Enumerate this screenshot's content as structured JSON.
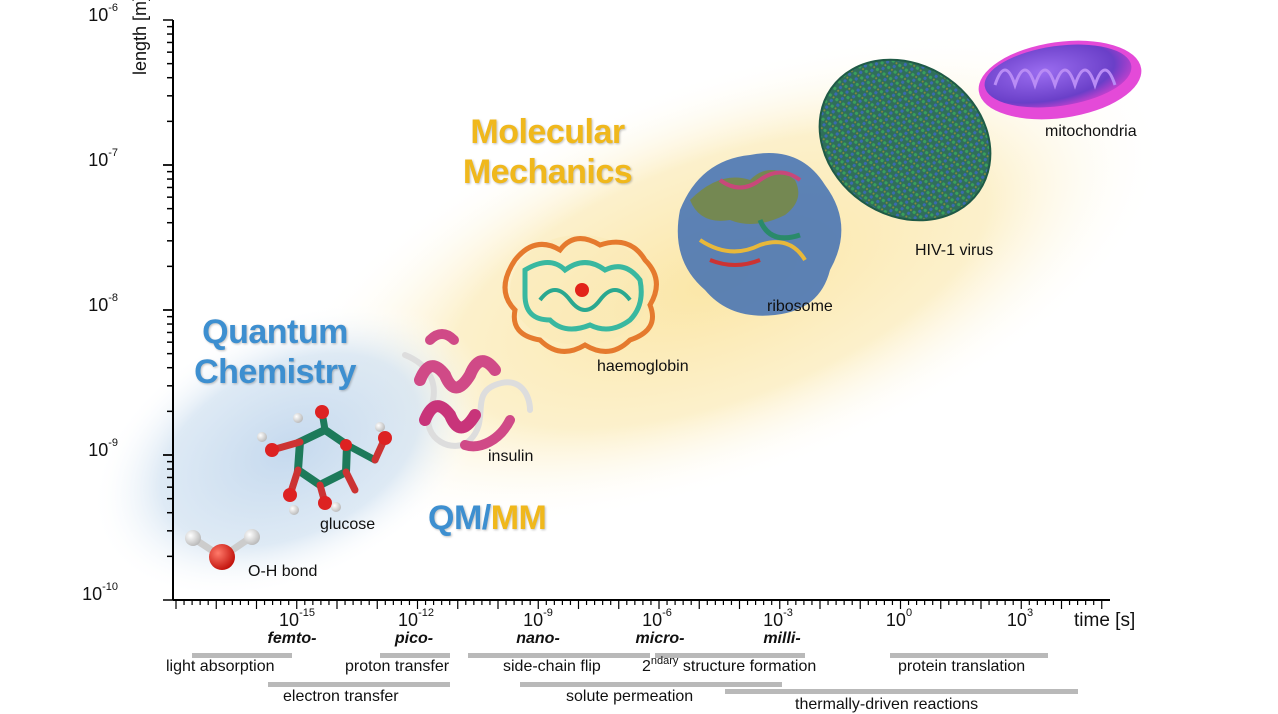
{
  "y_axis": {
    "title": "length [m]",
    "ticks": [
      {
        "base": "10",
        "exp": "-6"
      },
      {
        "base": "10",
        "exp": "-7"
      },
      {
        "base": "10",
        "exp": "-8"
      },
      {
        "base": "10",
        "exp": "-9"
      },
      {
        "base": "10",
        "exp": "-10"
      }
    ]
  },
  "x_axis": {
    "title": "time [s]",
    "ticks": [
      {
        "base": "10",
        "exp": "-15"
      },
      {
        "base": "10",
        "exp": "-12"
      },
      {
        "base": "10",
        "exp": "-9"
      },
      {
        "base": "10",
        "exp": "-6"
      },
      {
        "base": "10",
        "exp": "-3"
      },
      {
        "base": "10",
        "exp": "0"
      },
      {
        "base": "10",
        "exp": "3"
      }
    ],
    "prefixes": [
      "femto-",
      "pico-",
      "nano-",
      "micro-",
      "milli-"
    ]
  },
  "regions": {
    "quantum_line1": "Quantum",
    "quantum_line2": "Chemistry",
    "mm_line1": "Molecular",
    "mm_line2": "Mechanics",
    "qm_part": "QM",
    "slash": "/",
    "mm_part": "MM",
    "qc_color": "#3d8fd0",
    "mm_color": "#f0b81c"
  },
  "molecules": [
    "O-H bond",
    "glucose",
    "insulin",
    "haemoglobin",
    "ribosome",
    "HIV-1 virus",
    "mitochondria"
  ],
  "processes": {
    "light_absorption": "light absorption",
    "electron_transfer": "electron transfer",
    "proton_transfer": "proton transfer",
    "side_chain_flip": "side-chain flip",
    "solute_permeation": "solute permeation",
    "secondary_prefix": "2",
    "secondary_sup": "ndary",
    "secondary_rest": " structure formation",
    "thermally_driven": "thermally-driven reactions",
    "protein_translation": "protein translation"
  }
}
